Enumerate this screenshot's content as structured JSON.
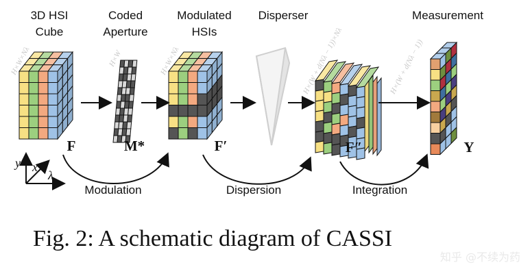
{
  "stages": {
    "cube": {
      "title_line1": "3D HSI",
      "title_line2": "Cube",
      "symbol": "F",
      "dim": "H×W×Nλ"
    },
    "aperture": {
      "title_line1": "Coded",
      "title_line2": "Aperture",
      "symbol": "M*",
      "dim": "H×W"
    },
    "modulated": {
      "title_line1": "Modulated",
      "title_line2": "HSIs",
      "symbol": "F′",
      "dim": "H×W×Nλ"
    },
    "disperser": {
      "title_line1": "Disperser"
    },
    "dispersed": {
      "symbol": "F″",
      "dim": "H×(W + d(Nλ − 1))×Nλ"
    },
    "measurement": {
      "title_line1": "Measurement",
      "symbol": "Y",
      "dim": "H×(W + d(Nλ − 1))"
    }
  },
  "operations": {
    "modulation": "Modulation",
    "dispersion": "Dispersion",
    "integration": "Integration"
  },
  "axes": {
    "y": "y",
    "x": "x",
    "lambda": "λ"
  },
  "caption": "Fig. 2: A schematic diagram of CASSI",
  "watermark": "知乎 @不续为药",
  "colors": {
    "band_yellow": "#f7e084",
    "band_green": "#9ccf7f",
    "band_orange": "#f3a980",
    "band_blue": "#9fc2e6",
    "mask_dark": "#555555",
    "mask_light": "#d9d9d9",
    "grid": "#111111"
  }
}
